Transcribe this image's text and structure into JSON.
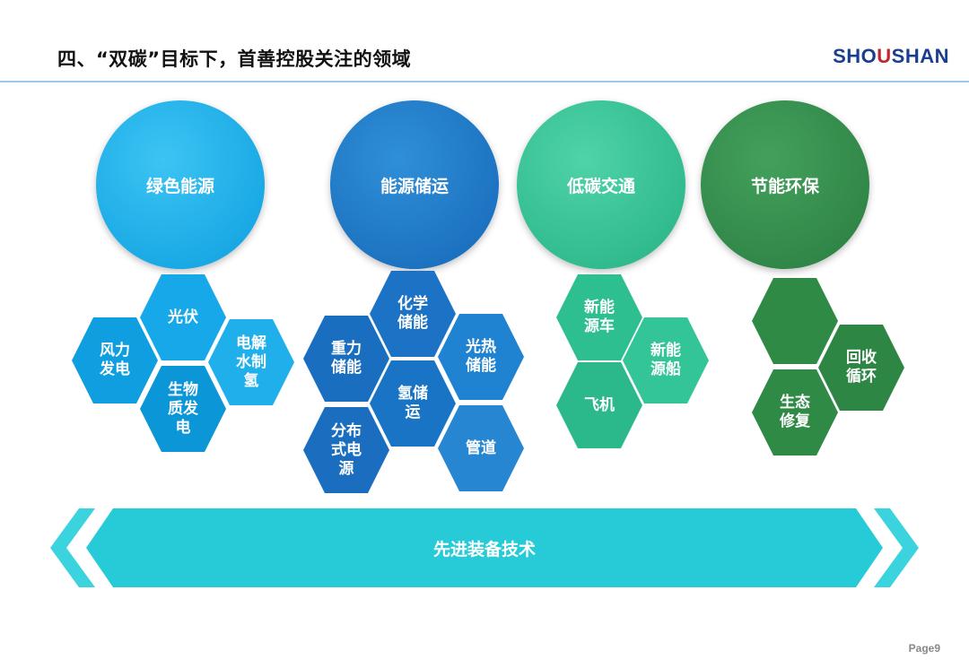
{
  "header": {
    "title": "四、“双碳”目标下，首善控股关注的领域",
    "logo_text_left": "SHO",
    "logo_text_mark": "U",
    "logo_text_right": "SHAN"
  },
  "categories": [
    {
      "name": "绿色能源",
      "color": "#12a9e6",
      "items": [
        "光伏",
        "风力\n发电",
        "电解\n水制\n氢",
        "生物\n质发\n电"
      ]
    },
    {
      "name": "能源储运",
      "color": "#1b78c9",
      "items": [
        "化学\n储能",
        "重力\n储能",
        "光热\n储能",
        "氢储\n运",
        "分布\n式电\n源",
        "管道"
      ]
    },
    {
      "name": "低碳交通",
      "color": "#2ebf92",
      "items": [
        "新能\n源车",
        "新能\n源船",
        "飞机"
      ]
    },
    {
      "name": "节能环保",
      "color": "#2f8a46",
      "items": [
        "",
        "回收\n循环",
        "生态\n修复"
      ]
    }
  ],
  "banner": {
    "label": "先进装备技术",
    "color": "#27cbd8"
  },
  "footer": {
    "page": "Page9"
  }
}
